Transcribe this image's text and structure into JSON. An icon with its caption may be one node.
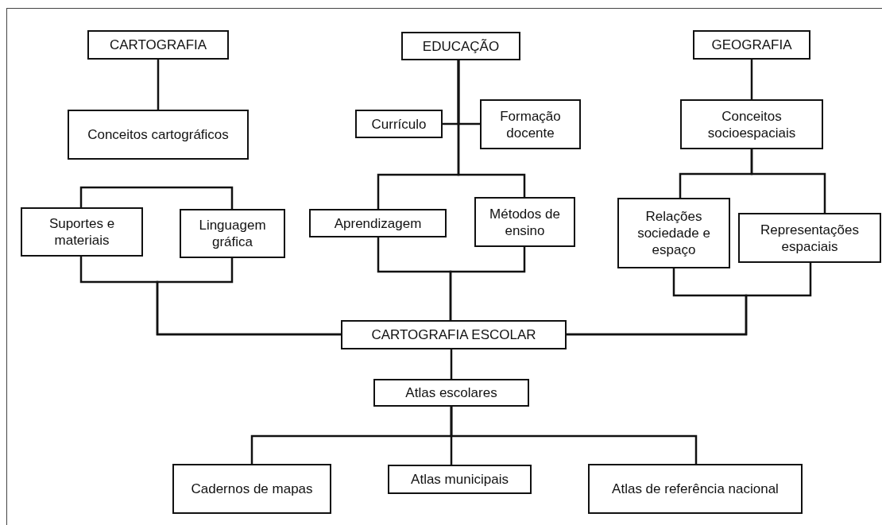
{
  "diagram": {
    "nodes": [
      {
        "text": [
          "CARTOGRAFIA"
        ]
      },
      {
        "text": [
          "Conceitos cartográficos"
        ]
      },
      {
        "text": [
          "Suportes e materiais"
        ]
      },
      {
        "text": [
          "Linguagem gráfica"
        ]
      },
      {
        "text": [
          "EDUCAÇÃO"
        ]
      },
      {
        "text": [
          "Currículo"
        ]
      },
      {
        "text": [
          "Formação docente"
        ]
      },
      {
        "text": [
          "Aprendizagem"
        ]
      },
      {
        "text": [
          "Métodos de ensino"
        ]
      },
      {
        "text": [
          "GEOGRAFIA"
        ]
      },
      {
        "text": [
          "Conceitos socioespaciais"
        ]
      },
      {
        "text": [
          "Relações sociedade e espaço"
        ]
      },
      {
        "text": [
          "Representações espaciais"
        ]
      },
      {
        "text": [
          "CARTOGRAFIA ESCOLAR"
        ]
      },
      {
        "text": [
          "Atlas escolares"
        ]
      },
      {
        "text": [
          "Cadernos de mapas"
        ]
      },
      {
        "text": [
          "Atlas municipais"
        ]
      },
      {
        "text": [
          "Atlas de referência nacional"
        ]
      }
    ],
    "edges": [
      {
        "from": 0,
        "to": 1,
        "arrow": "none"
      },
      {
        "from": 2,
        "to": 3,
        "arrow": "none"
      },
      {
        "from": 2,
        "to": 13,
        "arrow": "none"
      },
      {
        "from": 3,
        "to": 13,
        "arrow": "none"
      },
      {
        "from": 4,
        "to": 5,
        "arrow": "none"
      },
      {
        "from": 4,
        "to": 6,
        "arrow": "none"
      },
      {
        "from": 4,
        "to": 7,
        "arrow": "none"
      },
      {
        "from": 4,
        "to": 8,
        "arrow": "none"
      },
      {
        "from": 7,
        "to": 13,
        "arrow": "none"
      },
      {
        "from": 8,
        "to": 13,
        "arrow": "none"
      },
      {
        "from": 9,
        "to": 10,
        "arrow": "none"
      },
      {
        "from": 10,
        "to": 11,
        "arrow": "none"
      },
      {
        "from": 10,
        "to": 12,
        "arrow": "none"
      },
      {
        "from": 11,
        "to": 13,
        "arrow": "none"
      },
      {
        "from": 12,
        "to": 13,
        "arrow": "none"
      },
      {
        "from": 13,
        "to": 14,
        "arrow": "none"
      },
      {
        "from": 14,
        "to": 15,
        "arrow": "none"
      },
      {
        "from": 14,
        "to": 16,
        "arrow": "none"
      },
      {
        "from": 14,
        "to": 17,
        "arrow": "none"
      }
    ]
  }
}
